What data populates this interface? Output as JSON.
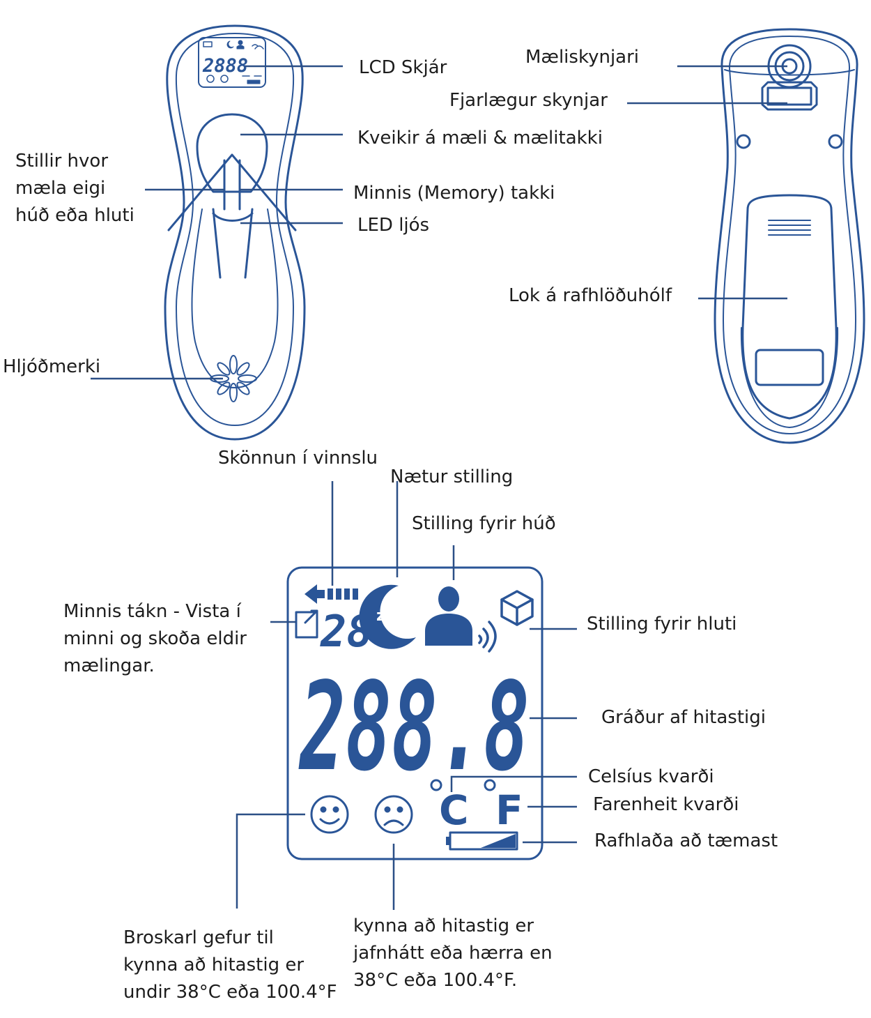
{
  "labels": {
    "lcd_screen": "LCD Skjár",
    "probe_sensor": "Mæliskynjari",
    "distance_sensor": "Fjarlægur skynjar",
    "power_button": "Kveikir á mæli & mælitakki",
    "mode_switch": [
      "Stillir hvor",
      "mæla eigi",
      "húð eða hluti"
    ],
    "memory_button": "Minnis (Memory) takki",
    "led_light": "LED ljós",
    "battery_cover": "Lok á rafhlöðuhólf",
    "buzzer": "Hljóðmerki",
    "scanning": "Skönnun í vinnslu",
    "night_mode": "Nætur stilling",
    "skin_mode": "Stilling fyrir húð",
    "memory_icon": [
      "Minnis tákn - Vista í",
      "minni og skoða eldir",
      "mælingar."
    ],
    "object_mode": "Stilling fyrir hluti",
    "temperature_degrees": "Gráður af hitastigi",
    "celsius": "Celsíus kvarði",
    "fahrenheit": "Farenheit kvarði",
    "low_battery": "Rafhlaða að tæmast",
    "smiley_desc": [
      "Broskarl gefur til",
      "kynna að hitastig er",
      "undir 38°C eða 100.4°F"
    ],
    "frown_desc": [
      "kynna að hitastig er",
      "jafnhátt eða hærra en",
      "38°C eða 100.4°F."
    ]
  },
  "lcd": {
    "main_digits": "288.8",
    "memory_digits": "28",
    "small_digits": "2888",
    "celsius_symbol": "C",
    "fahrenheit_symbol": "F",
    "sleep_letters": "zz"
  },
  "colors": {
    "outline": "#2a5597",
    "leader": "#2b4f86"
  }
}
